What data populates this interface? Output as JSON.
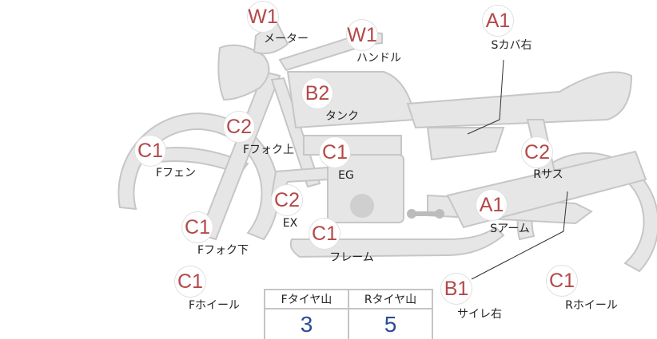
{
  "parts": [
    {
      "grade": "W1",
      "label": "メーター"
    },
    {
      "grade": "W1",
      "label": "ハンドル"
    },
    {
      "grade": "A1",
      "label": "Sカバ右"
    },
    {
      "grade": "B2",
      "label": "タンク"
    },
    {
      "grade": "C2",
      "label": "Fフォク上"
    },
    {
      "grade": "C1",
      "label": "Fフェン"
    },
    {
      "grade": "C1",
      "label": "EG"
    },
    {
      "grade": "C2",
      "label": "Rサス"
    },
    {
      "grade": "C2",
      "label": "EX"
    },
    {
      "grade": "A1",
      "label": "Sアーム"
    },
    {
      "grade": "C1",
      "label": "Fフォク下"
    },
    {
      "grade": "C1",
      "label": "フレーム"
    },
    {
      "grade": "C1",
      "label": "Fホイール"
    },
    {
      "grade": "B1",
      "label": "サイレ右"
    },
    {
      "grade": "C1",
      "label": "Rホイール"
    }
  ],
  "tyre_table": {
    "headers": [
      "Fタイヤ山",
      "Rタイヤ山"
    ],
    "values": [
      "3",
      "5"
    ]
  },
  "colors": {
    "grade": "#b44848",
    "value": "#2d4a9a",
    "body": "#e6e6e6"
  }
}
